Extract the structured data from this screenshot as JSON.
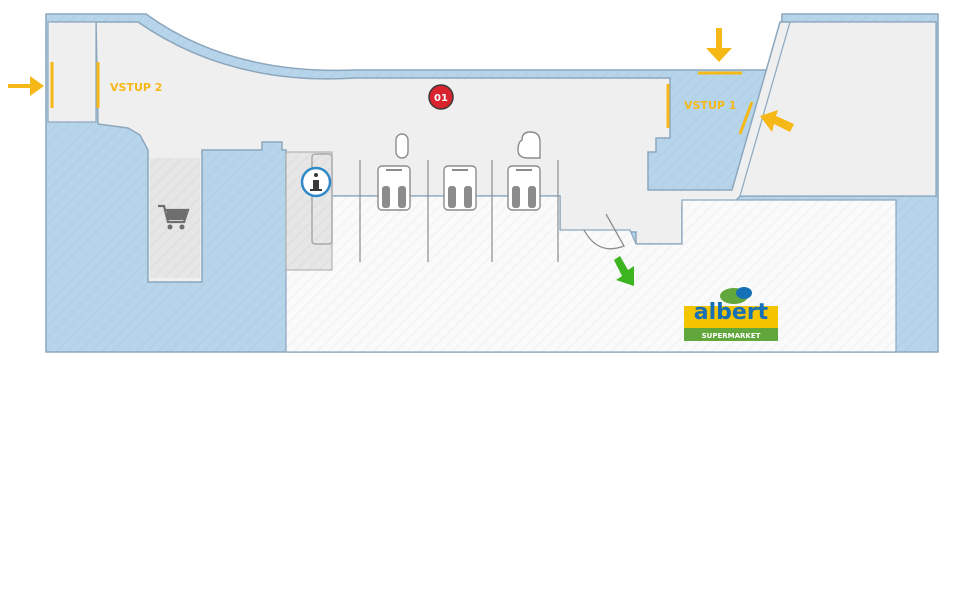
{
  "map": {
    "entrances": [
      {
        "label": "VSTUP 2"
      },
      {
        "label": "VSTUP 1"
      }
    ],
    "area_marker": {
      "label": "01"
    },
    "store": {
      "brand": "albert",
      "subtitle": "SUPERMARKET"
    },
    "icons": [
      "entrance-arrow-icon",
      "exit-arrow-icon",
      "info-icon",
      "shopping-cart-icon",
      "escalator-icon",
      "atm-icon"
    ],
    "colors": {
      "building": "#b7d5ea",
      "building_outline": "#8ca7bd",
      "corridor": "#efefef",
      "store_area": "#fafafa",
      "entrance": "#f5b817",
      "exit": "#3cb520",
      "marker": "#d9232e",
      "info": "#2f88c8",
      "brand_blue": "#1570b6",
      "brand_green": "#62a73b",
      "brand_yellow": "#f5c400"
    }
  }
}
